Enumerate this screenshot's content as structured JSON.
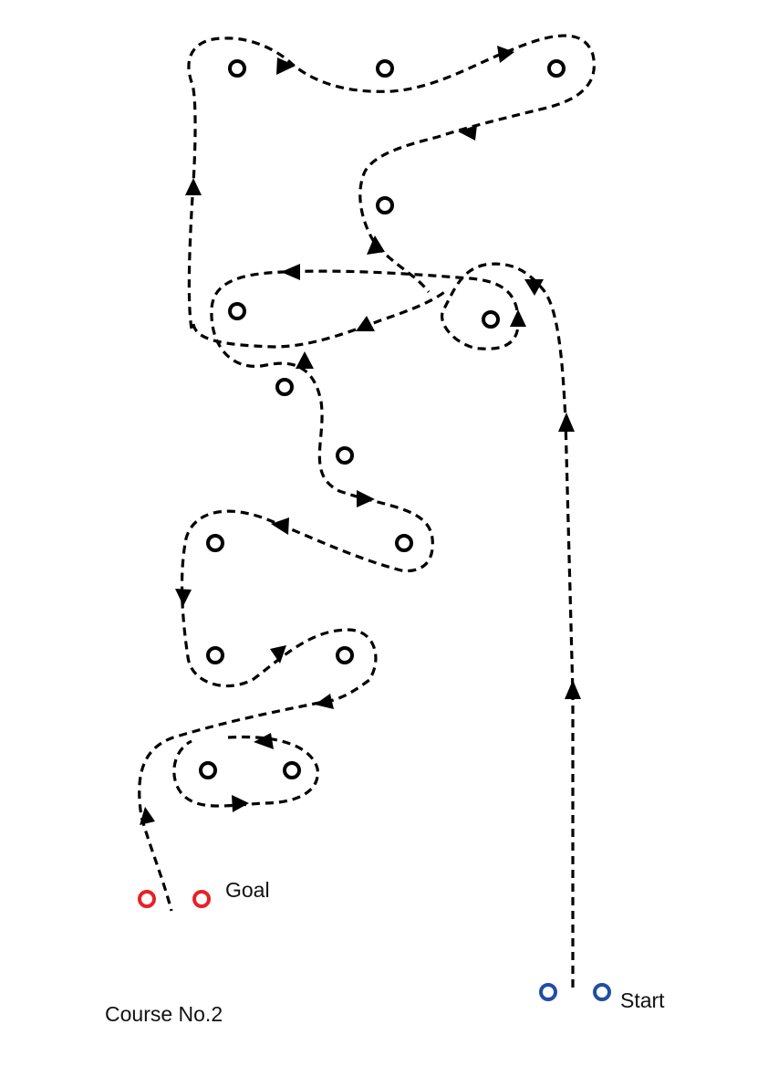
{
  "labels": {
    "goal": "Goal",
    "start": "Start",
    "course_title": "Course No.2"
  },
  "colors": {
    "path": "#000000",
    "cone": "#000000",
    "goal_cone": "#e8202a",
    "start_cone": "#1f4ea3",
    "background": "#ffffff"
  },
  "icons": {
    "cone": "circle-cone-icon",
    "direction": "triangle-arrow-icon"
  }
}
